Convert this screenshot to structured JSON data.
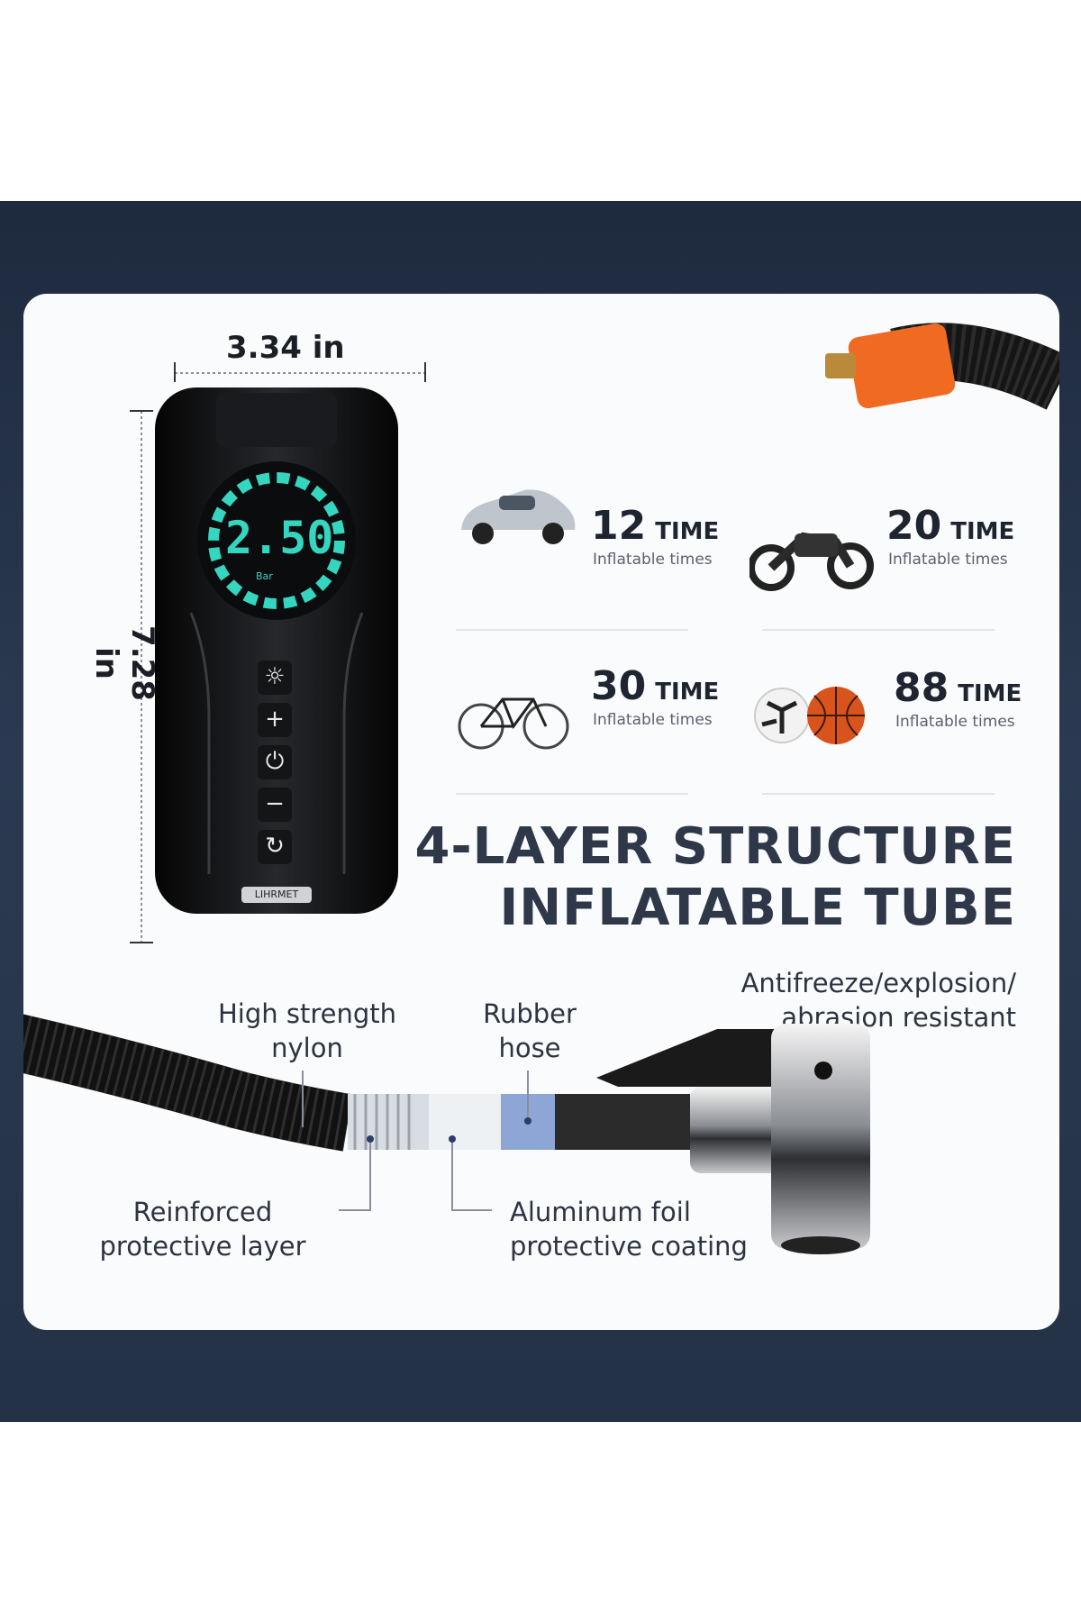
{
  "dimensions": {
    "width": "3.34 in",
    "height": "7.28 in"
  },
  "device": {
    "display_value": "2.50",
    "display_unit": "Bar",
    "brand": "LIHRMET"
  },
  "icons": [
    "lightbulb-icon",
    "plus-icon",
    "power-icon",
    "minus-icon",
    "cycle-icon"
  ],
  "stats": [
    {
      "name": "car",
      "value": "12",
      "unit": "TIME",
      "sub": "Inflatable times"
    },
    {
      "name": "motorcycle",
      "value": "20",
      "unit": "TIME",
      "sub": "Inflatable times"
    },
    {
      "name": "bicycle",
      "value": "30",
      "unit": "TIME",
      "sub": "Inflatable times"
    },
    {
      "name": "balls",
      "value": "88",
      "unit": "TIME",
      "sub": "Inflatable times"
    }
  ],
  "heading": {
    "line1": "4-LAYER STRUCTURE",
    "line2": "INFLATABLE TUBE"
  },
  "resistance": {
    "line1": "Antifreeze/explosion/",
    "line2": "abrasion resistant"
  },
  "layers": {
    "nylon": {
      "line1": "High strength",
      "line2": "nylon"
    },
    "rubber": {
      "line1": "Rubber",
      "line2": "hose"
    },
    "reinforced": {
      "line1": "Reinforced",
      "line2": "protective layer"
    },
    "foil": {
      "line1": "Aluminum foil",
      "line2": "protective coating"
    }
  },
  "colors": {
    "band": "#243247",
    "card": "#fafbfc",
    "accent": "#35d6c0",
    "nozzle": "#f06a22",
    "heading": "#2f3849"
  }
}
